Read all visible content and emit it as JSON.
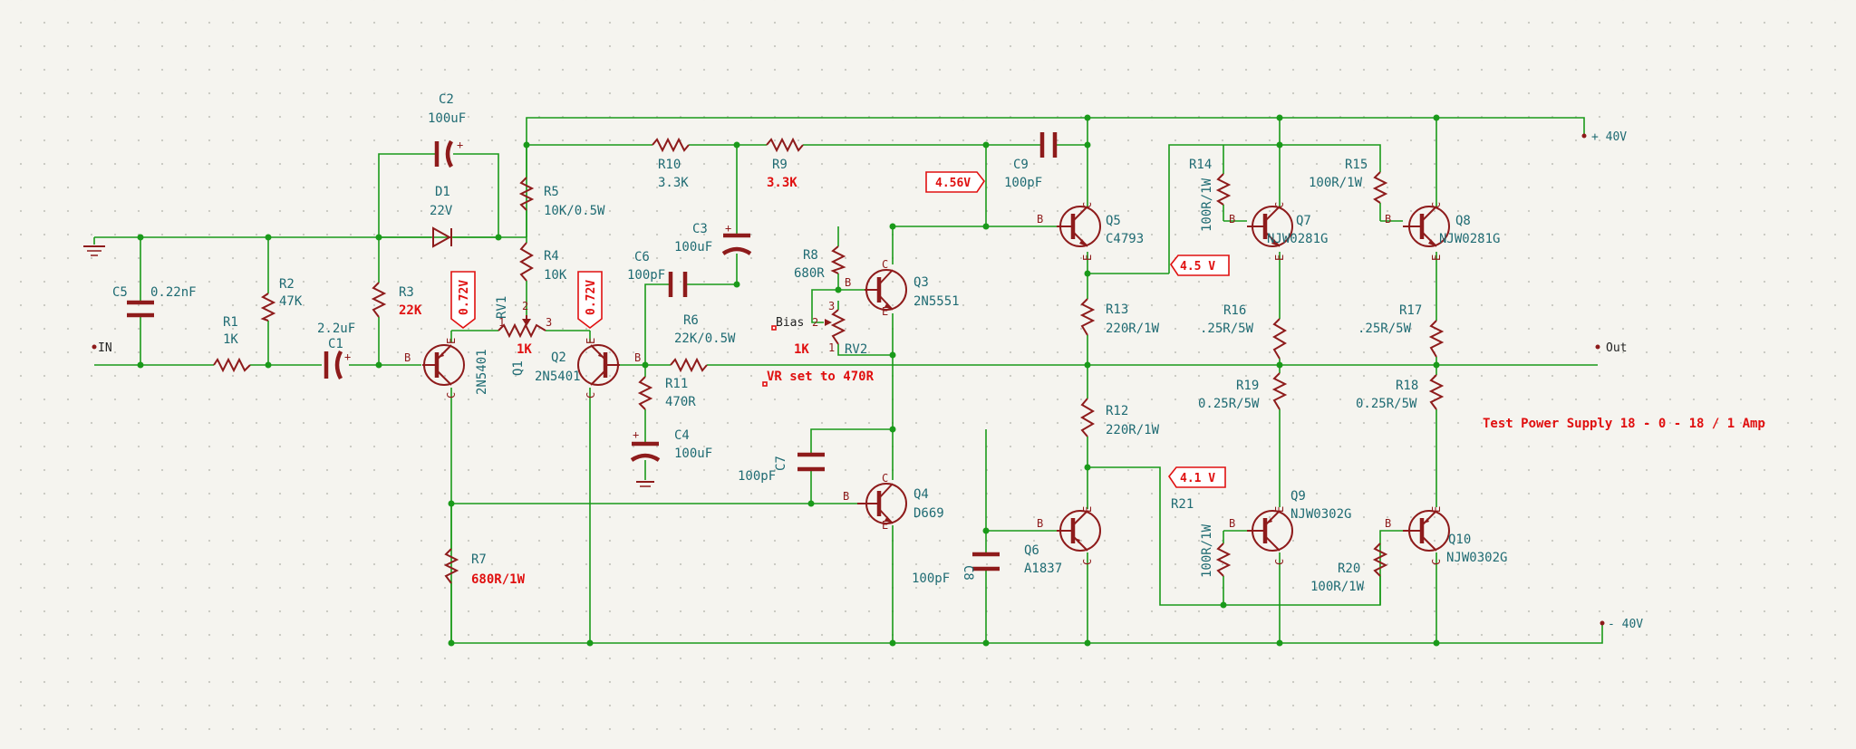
{
  "schematic": {
    "rails": {
      "pos": "+ 40V",
      "neg": "- 40V"
    },
    "ports": {
      "in": "IN",
      "out": "Out",
      "bias": "Bias"
    },
    "note": "Test Power Supply 18 - 0 - 18 / 1 Amp",
    "vr_note": "VR set to 470R",
    "voltage_labels": {
      "q1": "0.72V",
      "q2": "0.72V",
      "q5b": "4.56V",
      "q5e": "4.5 V",
      "q6": "4.1 V"
    },
    "components": {
      "c2": {
        "ref": "C2",
        "val": "100uF"
      },
      "d1": {
        "ref": "D1",
        "val": "22V"
      },
      "c5": {
        "ref": "C5",
        "val": "0.22nF"
      },
      "r1": {
        "ref": "R1",
        "val": "1K"
      },
      "r2": {
        "ref": "R2",
        "val": "47K"
      },
      "c1": {
        "ref": "C1",
        "val": "2.2uF"
      },
      "r3": {
        "ref": "R3",
        "val": "22K"
      },
      "r5": {
        "ref": "R5",
        "val": "10K/0.5W"
      },
      "r4": {
        "ref": "R4",
        "val": "10K"
      },
      "rv1": {
        "ref": "RV1",
        "val": "1K"
      },
      "q1": {
        "ref": "Q1",
        "val": "2N5401"
      },
      "q2": {
        "ref": "Q2",
        "val": "2N5401"
      },
      "r10": {
        "ref": "R10",
        "val": "3.3K"
      },
      "r9": {
        "ref": "R9",
        "val": "3.3K"
      },
      "c3": {
        "ref": "C3",
        "val": "100uF"
      },
      "c6": {
        "ref": "C6",
        "val": "100pF"
      },
      "r6": {
        "ref": "R6",
        "val": "22K/0.5W"
      },
      "r11": {
        "ref": "R11",
        "val": "470R"
      },
      "c4": {
        "ref": "C4",
        "val": "100uF"
      },
      "r7": {
        "ref": "R7",
        "val": "680R/1W"
      },
      "r8": {
        "ref": "R8",
        "val": "680R"
      },
      "rv2": {
        "ref": "RV2",
        "val": "1K"
      },
      "q3": {
        "ref": "Q3",
        "val": "2N5551"
      },
      "c7": {
        "ref": "C7",
        "val": "100pF"
      },
      "q4": {
        "ref": "Q4",
        "val": "D669"
      },
      "c8": {
        "ref": "C8",
        "val": "100pF"
      },
      "c9": {
        "ref": "C9",
        "val": "100pF"
      },
      "q5": {
        "ref": "Q5",
        "val": "C4793"
      },
      "q6": {
        "ref": "Q6",
        "val": "A1837"
      },
      "r13": {
        "ref": "R13",
        "val": "220R/1W"
      },
      "r12": {
        "ref": "R12",
        "val": "220R/1W"
      },
      "r14": {
        "ref": "R14",
        "val": "100R/1W"
      },
      "r15": {
        "ref": "R15",
        "val": "100R/1W"
      },
      "q7": {
        "ref": "Q7",
        "val": "NJW0281G"
      },
      "q8": {
        "ref": "Q8",
        "val": "NJW0281G"
      },
      "r16": {
        "ref": "R16",
        "val": ".25R/5W"
      },
      "r17": {
        "ref": "R17",
        "val": ".25R/5W"
      },
      "r19": {
        "ref": "R19",
        "val": "0.25R/5W"
      },
      "r18": {
        "ref": "R18",
        "val": "0.25R/5W"
      },
      "r21": {
        "ref": "R21",
        "val": "100R/1W"
      },
      "r20": {
        "ref": "R20",
        "val": "100R/1W"
      },
      "q9": {
        "ref": "Q9",
        "val": "NJW0302G"
      },
      "q10": {
        "ref": "Q10",
        "val": "NJW0302G"
      }
    },
    "pins": {
      "b": "B",
      "c": "C",
      "e": "E",
      "p1": "1",
      "p2": "2",
      "p3": "3"
    }
  }
}
